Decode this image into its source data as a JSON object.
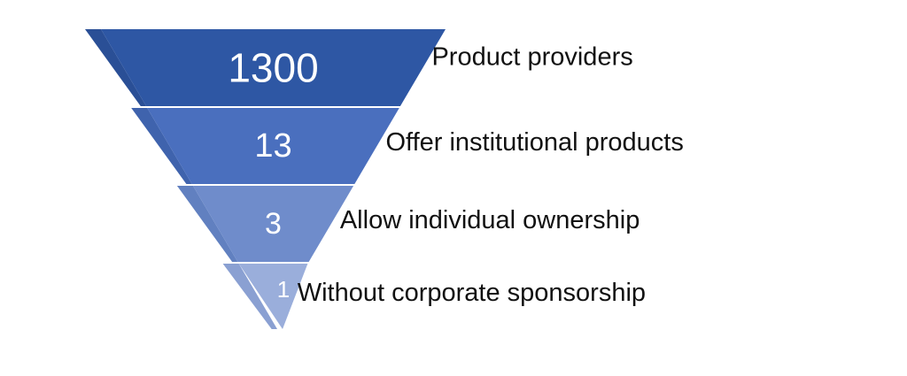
{
  "funnel": {
    "tiers": [
      {
        "value": "1300",
        "label": "Product providers",
        "color": "#2e57a4",
        "shade": "#2a4f96"
      },
      {
        "value": "13",
        "label": "Offer institutional products",
        "color": "#4a6fbe",
        "shade": "#3f63ad"
      },
      {
        "value": "3",
        "label": "Allow individual ownership",
        "color": "#6f8ccb",
        "shade": "#6180c0"
      },
      {
        "value": "1",
        "label": "Without corporate sponsorship",
        "color": "#9aaedb",
        "shade": "#8aa0d2"
      }
    ]
  }
}
